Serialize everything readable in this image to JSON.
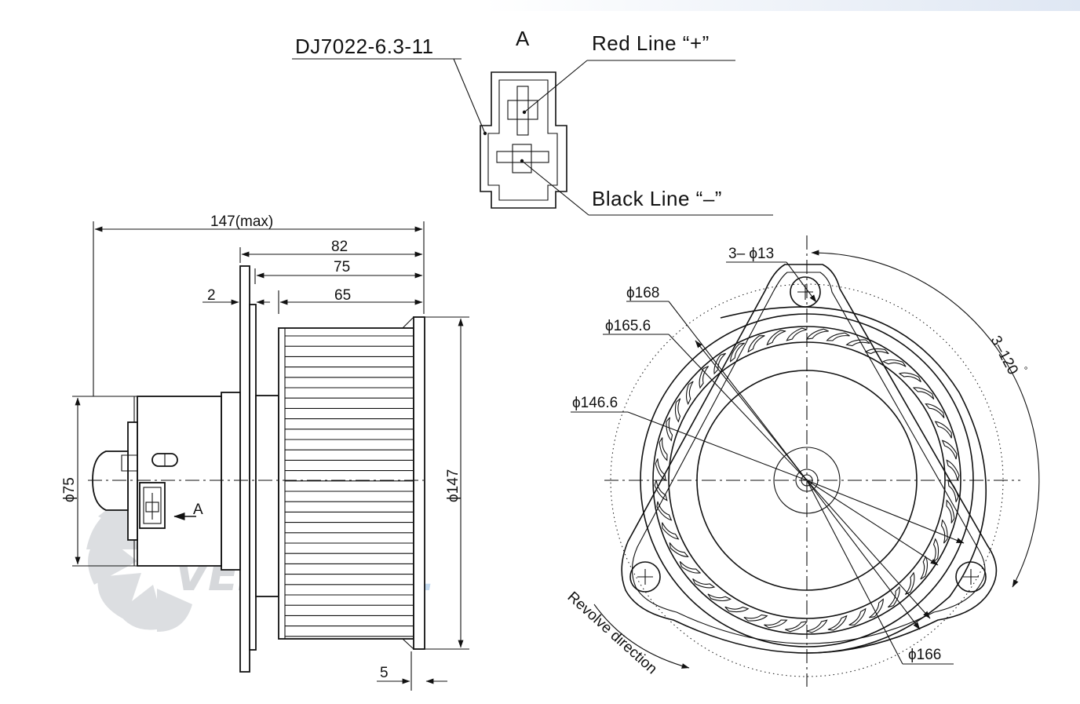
{
  "connector": {
    "part_number": "DJ7022-6.3-11",
    "view_label": "A",
    "red_line_label": "Red Line “+”",
    "black_line_label": "Black Line “–”"
  },
  "side_view": {
    "overall_length": "147(max)",
    "dim_82": "82",
    "dim_75": "75",
    "dim_65": "65",
    "dim_2": "2",
    "dim_5": "5",
    "motor_diameter": "ϕ75",
    "wheel_diameter": "ϕ147",
    "view_arrow_label": "A"
  },
  "front_view": {
    "holes": "3– ϕ13",
    "d168": "ϕ168",
    "d165_6": "ϕ165.6",
    "d146_6": "ϕ146.6",
    "d166": "ϕ166",
    "angle": "3–120",
    "angle_unit": "°",
    "revolve": "Revolve direction"
  },
  "watermark": {
    "text_grey": "VENT",
    "text_blue": "EL"
  },
  "colors": {
    "line": "#111111",
    "watermark_grey": "#d0d3d6",
    "watermark_blue": "#b9d4ee"
  }
}
